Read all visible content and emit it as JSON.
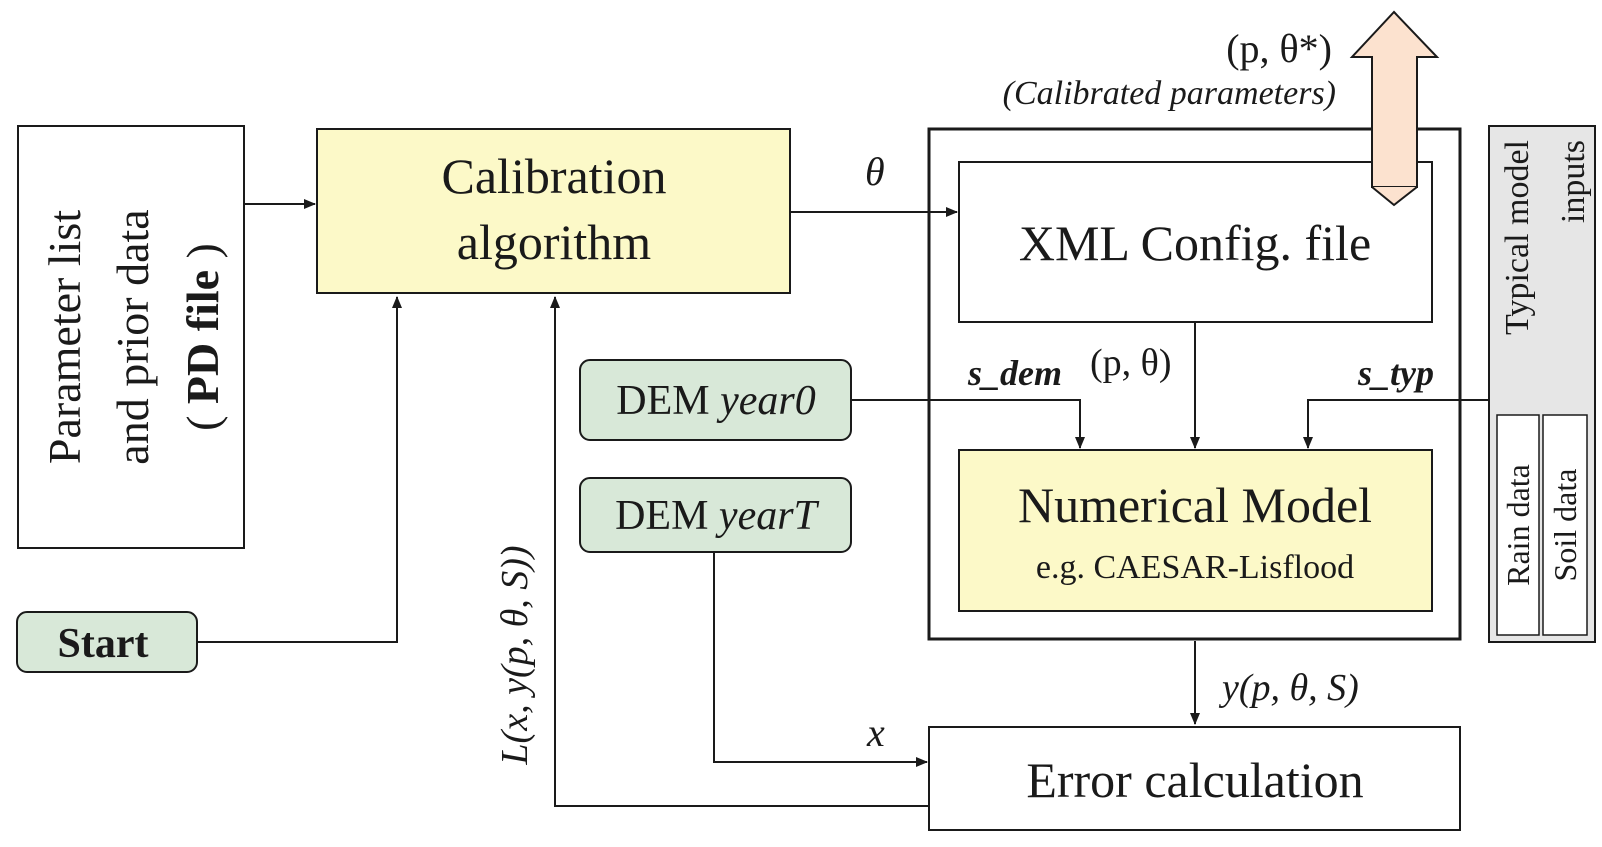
{
  "parameter_box": {
    "line1": "Parameter list",
    "line2": "and prior data",
    "line3_prefix": "( ",
    "line3_bold": "PD file",
    "line3_suffix": " )"
  },
  "calibration_box": {
    "line1": "Calibration",
    "line2": "algorithm"
  },
  "start_box": {
    "label": "Start"
  },
  "dem0_box": {
    "prefix": "DEM ",
    "italic": "year0"
  },
  "demT_box": {
    "prefix": "DEM ",
    "italic": "yearT"
  },
  "xml_box": {
    "label": "XML Config. file"
  },
  "numerical_box": {
    "line1": "Numerical Model",
    "line2": "e.g. CAESAR-Lisflood"
  },
  "error_box": {
    "label": "Error calculation"
  },
  "typical_inputs": {
    "line1": "Typical model",
    "line2": "inputs",
    "rain": "Rain data",
    "soil": "Soil data"
  },
  "labels": {
    "theta": "θ",
    "p_theta_star": "(p, θ*)",
    "calibrated_params": "(Calibrated parameters)",
    "s_dem": "s_dem",
    "p_theta": "(p, θ)",
    "s_typ": "s_typ",
    "y_output": "y(p, θ, S)",
    "x": "x",
    "L_expr": "L(x, y(p, θ, S))"
  },
  "colors": {
    "yellow_fill": "#fcf9c8",
    "green_fill": "#d8e8d8",
    "orange_arrow": "#fce2cf",
    "gray_panel": "#e6e6e6",
    "stroke": "#1a1a1a"
  }
}
